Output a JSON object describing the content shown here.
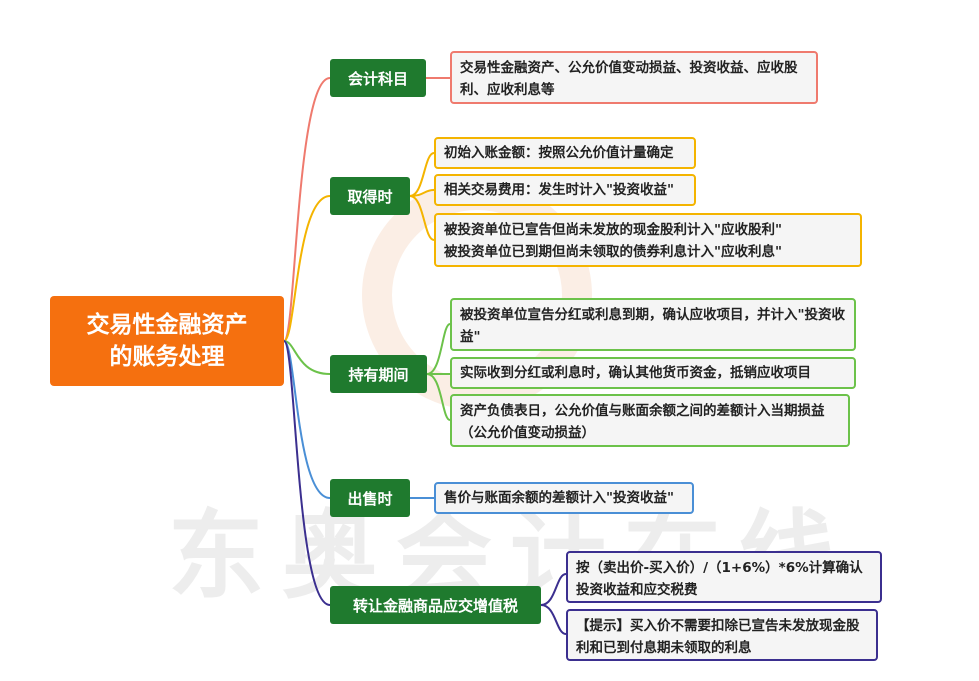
{
  "root": {
    "line1": "交易性金融资产",
    "line2": "的账务处理"
  },
  "watermark": "东奥会计在线",
  "colors": {
    "root": "#f5700f",
    "branch_fill": "#1f7a2e",
    "branch1": "#ef7a6e",
    "branch2": "#f4b400",
    "branch3": "#6cc24a",
    "branch4": "#4a8fd6",
    "branch5": "#3b2f8f"
  },
  "branches": [
    {
      "label": "会计科目",
      "leaves": [
        "交易性金融资产、公允价值变动损益、投资收益、应收股利、应收利息等"
      ]
    },
    {
      "label": "取得时",
      "leaves": [
        "初始入账金额：按照公允价值计量确定",
        "相关交易费用：发生时计入\"投资收益\"",
        "被投资单位已宣告但尚未发放的现金股利计入\"应收股利\"\n被投资单位已到期但尚未领取的债券利息计入\"应收利息\""
      ]
    },
    {
      "label": "持有期间",
      "leaves": [
        "被投资单位宣告分红或利息到期，确认应收项目，并计入\"投资收益\"",
        "实际收到分红或利息时，确认其他货币资金，抵销应收项目",
        "资产负债表日，公允价值与账面余额之间的差额计入当期损益（公允价值变动损益）"
      ]
    },
    {
      "label": "出售时",
      "leaves": [
        "售价与账面余额的差额计入\"投资收益\""
      ]
    },
    {
      "label": "转让金融商品应交增值税",
      "leaves": [
        "按（卖出价-买入价）/（1+6%）*6%计算确认投资收益和应交税费",
        "【提示】买入价不需要扣除已宣告未发放现金股利和已到付息期未领取的利息"
      ]
    }
  ]
}
